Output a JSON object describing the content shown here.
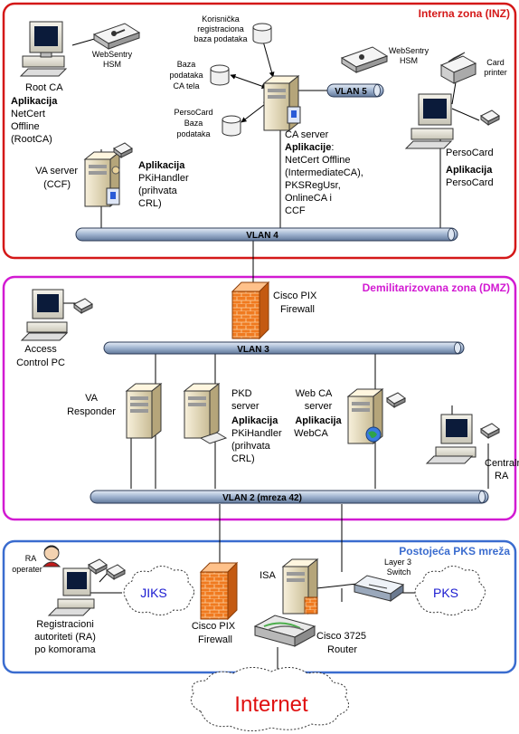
{
  "zones": {
    "inz": {
      "title": "Interna zona (INZ)",
      "color": "#d41818"
    },
    "dmz": {
      "title": "Demilitarizovana zona (DMZ)",
      "color": "#d21ad2"
    },
    "pks": {
      "title": "Postojeća PKS mreža",
      "color": "#3a6ccf"
    }
  },
  "vlans": {
    "vlan5": "VLAN 5",
    "vlan4": "VLAN 4",
    "vlan3": "VLAN 3",
    "vlan2": "VLAN 2 (mreza 42)"
  },
  "inz": {
    "root_ca": {
      "title": "Root CA",
      "app_heading": "Aplikacija",
      "lines": [
        "NetCert",
        "Offline",
        "(RootCA)"
      ]
    },
    "hsm_left": [
      "WebSentry",
      "HSM"
    ],
    "hsm_right": [
      "WebSentry",
      "HSM"
    ],
    "db_reg": [
      "Korisnička",
      "registraciona",
      "baza podataka"
    ],
    "db_ca": [
      "Baza",
      "podataka",
      "CA tela"
    ],
    "db_perso": [
      "PersoCard",
      "Baza",
      "podataka"
    ],
    "ca_server": {
      "title": "CA server",
      "app_heading": "Aplikacije",
      "app_suffix": ":",
      "lines": [
        "NetCert Offline",
        "(IntermediateCA),",
        "PKSRegUsr,",
        "OnlineCA i",
        "CCF"
      ]
    },
    "card_printer": [
      "Card",
      "printer"
    ],
    "persocard": {
      "title": "PersoCard",
      "app_heading": "Aplikacija",
      "lines": [
        "PersoCard"
      ]
    },
    "va_server": {
      "title": [
        "VA server",
        "(CCF)"
      ],
      "app_heading": "Aplikacija",
      "lines": [
        "PKiHandler",
        "(prihvata",
        "CRL)"
      ]
    }
  },
  "dmz": {
    "firewall": [
      "Cisco PIX",
      "Firewall"
    ],
    "access_pc": [
      "Access",
      "Control PC"
    ],
    "va_responder": [
      "VA",
      "Responder"
    ],
    "pkd_server": {
      "title": [
        "PKD",
        "server"
      ],
      "app_heading": "Aplikacija",
      "lines": [
        "PKiHandler",
        "(prihvata",
        "CRL)"
      ]
    },
    "web_ca": {
      "title": [
        "Web CA",
        "server"
      ],
      "app_heading": "Aplikacija",
      "lines": [
        "WebCA"
      ]
    },
    "centralni_ra": [
      "Centralni",
      "RA"
    ]
  },
  "pks": {
    "ra_operater": [
      "RA",
      "operater"
    ],
    "jiks": "JIKS",
    "reg_ra": [
      "Registracioni",
      "autoriteti (RA)",
      "po komorama"
    ],
    "firewall": [
      "Cisco PIX",
      "Firewall"
    ],
    "isa": "ISA",
    "switch": [
      "Layer 3",
      "Switch"
    ],
    "pks_cloud": "PKS",
    "router": [
      "Cisco 3725",
      "Router"
    ]
  },
  "internet": "Internet"
}
